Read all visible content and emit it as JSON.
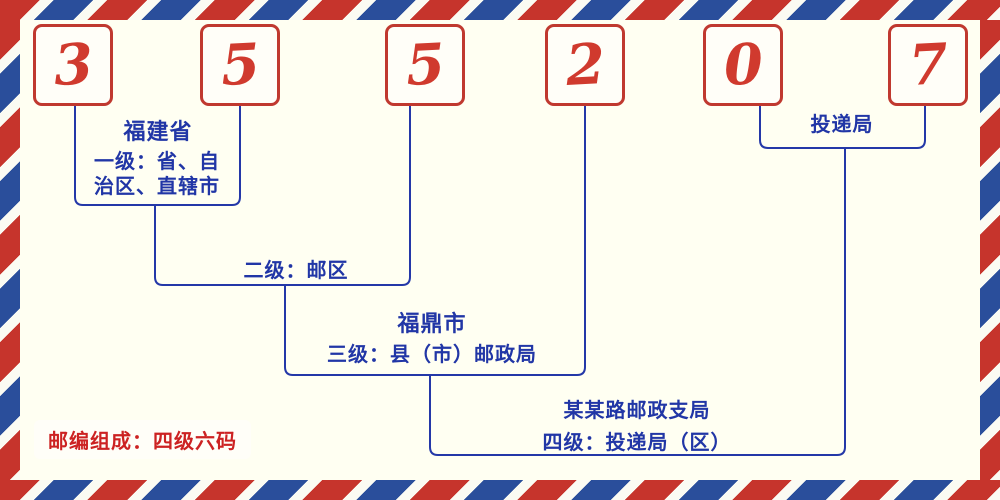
{
  "postal_code": {
    "digits": [
      "3",
      "5",
      "5",
      "2",
      "0",
      "7"
    ]
  },
  "annotations": {
    "level1": {
      "region": "福建省",
      "line1": "一级：省、自",
      "line2": "治区、直辖市"
    },
    "level2": {
      "label": "二级：邮区"
    },
    "level3": {
      "city": "福鼎市",
      "label": "三级：县（市）邮政局"
    },
    "level4": {
      "office": "某某路邮政支局",
      "label": "四级：投递局（区）"
    },
    "delivery": {
      "label": "投递局"
    }
  },
  "footer": {
    "composition": "邮编组成：四级六码"
  },
  "colors": {
    "digit_red": "#d03a2e",
    "box_border_red": "#c0392f",
    "line_blue": "#2438a8",
    "text_blue": "#2136a6",
    "footer_red": "#cc2222",
    "background": "#fffff2",
    "stripe_red": "#c6342c",
    "stripe_blue": "#2a4e9b"
  }
}
